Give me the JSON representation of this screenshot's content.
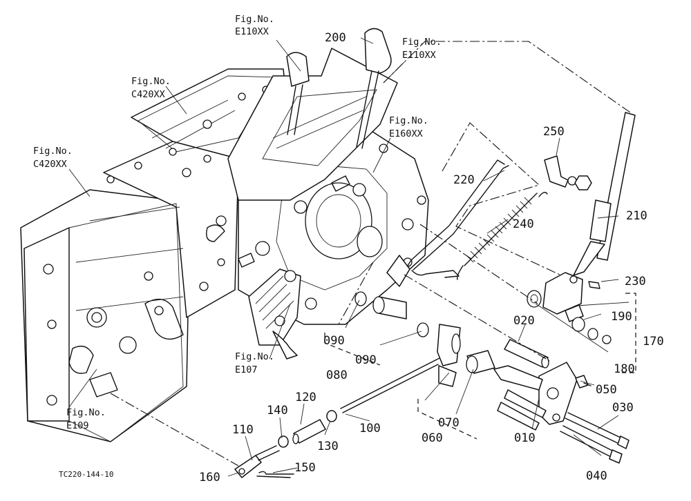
{
  "diagram_code": "TC220-144-10",
  "figure_refs": {
    "top_left": {
      "line1": "Fig.No.",
      "line2": "E110XX"
    },
    "top_right": {
      "line1": "Fig.No.",
      "line2": "E110XX"
    },
    "mid_left": {
      "line1": "Fig.No.",
      "line2": "C420XX"
    },
    "far_left": {
      "line1": "Fig.No.",
      "line2": "C420XX"
    },
    "center": {
      "line1": "Fig.No.",
      "line2": "E160XX"
    },
    "bottom_center": {
      "line1": "Fig.No.",
      "line2": "E107"
    },
    "bottom_left": {
      "line1": "Fig.No.",
      "line2": "E109"
    }
  },
  "parts": {
    "p010": "010",
    "p020": "020",
    "p030": "030",
    "p040": "040",
    "p050": "050",
    "p060": "060",
    "p070": "070",
    "p080": "080",
    "p090a": "090",
    "p090b": "090",
    "p100": "100",
    "p110": "110",
    "p120": "120",
    "p130": "130",
    "p140": "140",
    "p150": "150",
    "p160": "160",
    "p170": "170",
    "p180": "180",
    "p190": "190",
    "p200": "200",
    "p210": "210",
    "p220": "220",
    "p230": "230",
    "p240": "240",
    "p250": "250"
  }
}
